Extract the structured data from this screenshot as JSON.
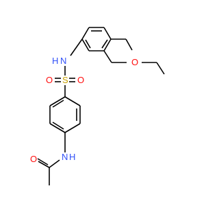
{
  "molecule": {
    "atoms": {
      "nh_top": "N",
      "h_top": "H",
      "o_ether": "O",
      "s_sulfonyl": "S",
      "o_left": "O",
      "o_right": "O",
      "nh_bottom": "N",
      "h_bottom": "H",
      "o_carbonyl": "O"
    }
  },
  "colors": {
    "bond": "#000000",
    "nitrogen": "#3050f8",
    "oxygen": "#ff0d0d",
    "sulfur": "#c8a000"
  }
}
